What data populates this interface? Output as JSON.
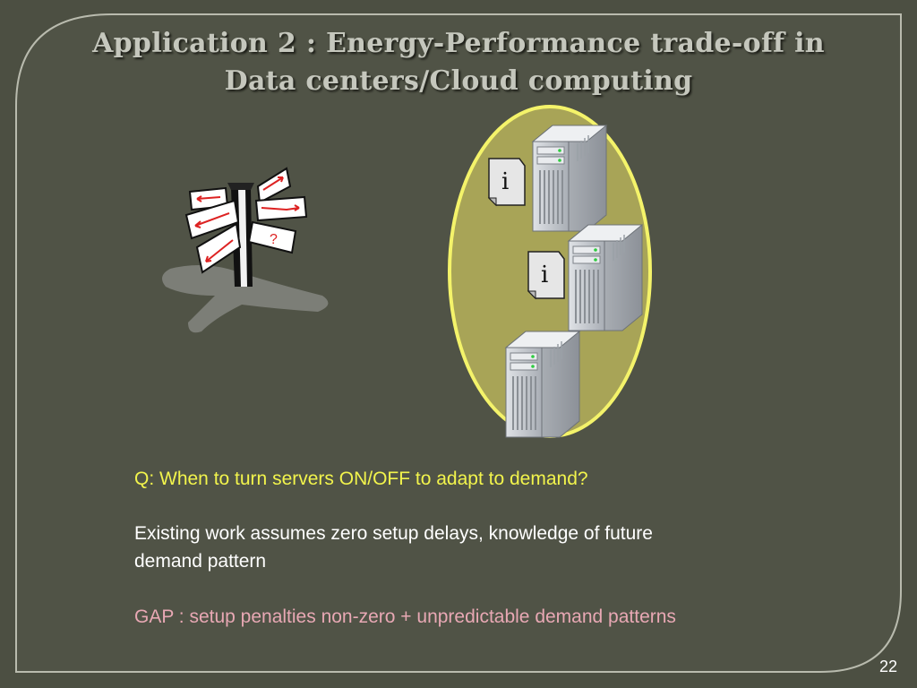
{
  "slide": {
    "title_line1": "Application 2 : Energy-Performance trade-off in",
    "title_line2": "Data centers/Cloud computing",
    "question": "Q: When to turn servers ON/OFF to adapt to demand?",
    "existing_line1": "Existing work assumes zero setup delays, knowledge of future",
    "existing_line2": "demand pattern",
    "gap": "GAP : setup penalties non-zero + unpredictable demand patterns",
    "page_number": "22",
    "signpost_symbol": "?",
    "info_symbol": "i"
  },
  "colors": {
    "background": "#4c4f42",
    "frame": "#b9bbae",
    "title": "#c5c7bd",
    "question": "#f2f44c",
    "body": "#ffffff",
    "gap": "#e8a8b4",
    "ellipse_fill": "#a8a457",
    "ellipse_stroke": "#f4f36a"
  },
  "icons": [
    "signpost-icon",
    "server-icon",
    "document-info-icon"
  ]
}
